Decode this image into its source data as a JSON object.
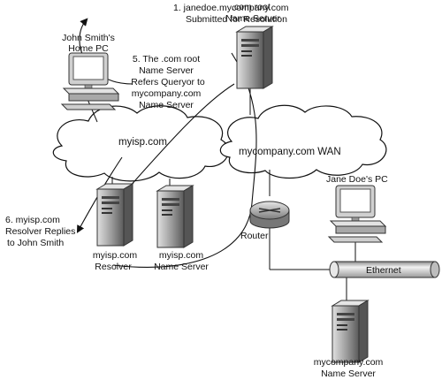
{
  "labels": {
    "step1_line1": "1. janedoe.mycompany.com",
    "step1_line2": "Submitted for Resolution",
    "john_pc_line1": "John Smith's",
    "john_pc_line2": "Home PC",
    "com_root_line1": ".com root",
    "com_root_line2": "Name Server",
    "step5_line1": "5. The .com root",
    "step5_line2": "Name Server",
    "step5_line3": "Refers Queryor to",
    "step5_line4": "mycompany.com",
    "step5_line5": "Name Server",
    "cloud_myisp": "myisp.com",
    "cloud_wan": "mycompany.com WAN",
    "jane_pc": "Jane Doe's PC",
    "step6_line1": "6. myisp.com",
    "step6_line2": "Resolver Replies",
    "step6_line3": "to John Smith",
    "resolver_line1": "myisp.com",
    "resolver_line2": "Resolver",
    "isp_ns_line1": "myisp.com",
    "isp_ns_line2": "Name Server",
    "router": "Router",
    "ethernet": "Ethernet",
    "mycompany_ns_line1": "mycompany.com",
    "mycompany_ns_line2": "Name Server"
  },
  "colors": {
    "device_dark": "#5a5a5a",
    "device_mid": "#9a9a9a",
    "device_light": "#d8d8d8",
    "line": "#111111"
  },
  "icons": [
    "computer-icon",
    "server-icon",
    "router-icon",
    "cloud-icon",
    "ethernet-cable-icon"
  ]
}
